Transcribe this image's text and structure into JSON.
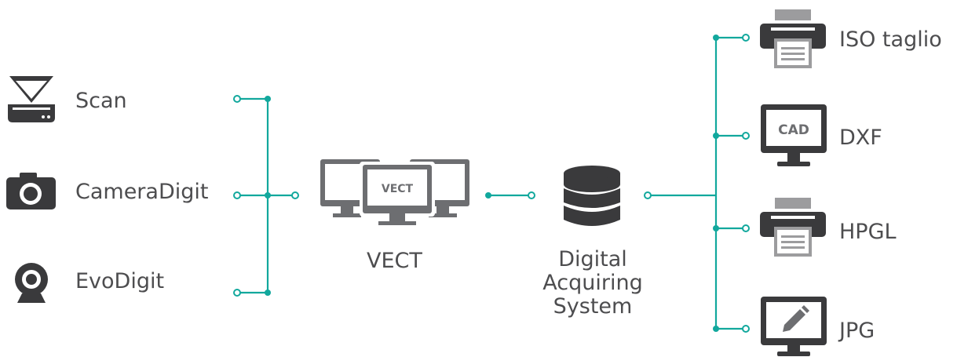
{
  "colors": {
    "connector": "#12a89d",
    "icon_dark": "#3a3a3c",
    "icon_mid": "#6d6e71",
    "icon_light": "#9c9c9e",
    "text": "#4d4d4f"
  },
  "inputs": [
    {
      "label": "Scan",
      "icon": "scanner-icon"
    },
    {
      "label": "CameraDigit",
      "icon": "camera-icon"
    },
    {
      "label": "EvoDigit",
      "icon": "webcam-icon"
    }
  ],
  "vect": {
    "label": "VECT",
    "screen_text": "VECT",
    "icon": "monitors-icon"
  },
  "das": {
    "label": "Digital\nAcquiring\nSystem",
    "icon": "database-icon"
  },
  "outputs": [
    {
      "label": "ISO taglio",
      "icon": "printer-icon"
    },
    {
      "label": "DXF",
      "icon": "cad-monitor-icon",
      "screen_text": "CAD"
    },
    {
      "label": "HPGL",
      "icon": "printer-icon"
    },
    {
      "label": "JPG",
      "icon": "edit-monitor-icon"
    }
  ]
}
